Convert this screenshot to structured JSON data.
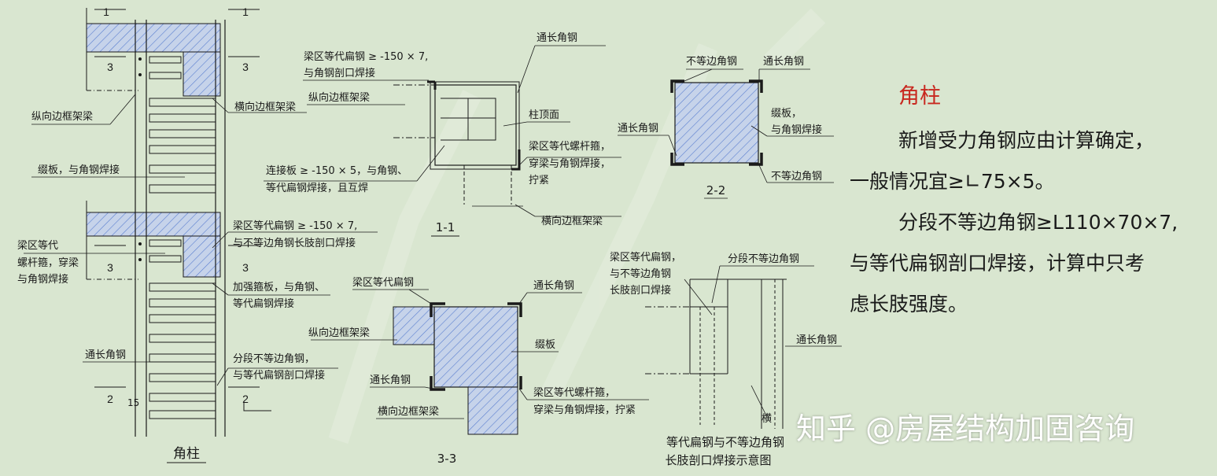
{
  "drawing": {
    "section_marks": {
      "s1_left": "1",
      "s1_right": "1",
      "s3a_left": "3",
      "s3a_right": "3",
      "s3b_left": "3",
      "s3b_right": "3",
      "s2_left": "2",
      "s2_right": "2",
      "dim_15": "15"
    },
    "elevation": {
      "title": "角柱",
      "longitudinal_beam": "纵向边框架梁",
      "transverse_beam": "横向边框架梁",
      "batten_weld": "缀板，与角钢焊接",
      "bolt_hoop_1": "梁区等代",
      "bolt_hoop_2": "螺杆箍，穿梁",
      "bolt_hoop_3": "与角钢焊接",
      "flat_steel_1": "梁区等代扁钢 ≥ -150 × 7,",
      "flat_steel_2": "与不等边角钢长肢剖口焊接",
      "reinforce_1": "加强箍板，与角钢、",
      "reinforce_2": "等代扁钢焊接",
      "through_angle": "通长角钢",
      "segment_1": "分段不等边角钢，",
      "segment_2": "与等代扁钢剖口焊接"
    },
    "sec11": {
      "title": "1-1",
      "through_angle": "通长角钢",
      "flat_1": "梁区等代扁钢 ≥ -150 × 7,",
      "flat_2": "与角钢剖口焊接",
      "long_beam": "纵向边框架梁",
      "col_top": "柱顶面",
      "bolt_1": "梁区等代螺杆箍，",
      "bolt_2": "穿梁与角钢焊接，",
      "bolt_3": "拧紧",
      "conn_1": "连接板 ≥ -150 × 5，与角钢、",
      "conn_2": "等代扁钢焊接，且互焊",
      "trans_beam": "横向边框架梁"
    },
    "sec22": {
      "title": "2-2",
      "unequal_top": "不等边角钢",
      "through_top": "通长角钢",
      "through_left": "通长角钢",
      "batten_1": "缀板，",
      "batten_2": "与角钢焊接",
      "unequal_bottom": "不等边角钢"
    },
    "sec33": {
      "title": "3-3",
      "flat": "梁区等代扁钢",
      "through_top": "通长角钢",
      "long_beam": "纵向边框架梁",
      "batten": "缀板",
      "through_left": "通长角钢",
      "bolt_1": "梁区等代螺杆箍，",
      "bolt_2": "穿梁与角钢焊接，拧紧",
      "trans_beam": "横向边框架梁"
    },
    "weld_detail": {
      "left_1": "梁区等代扁钢，",
      "left_2": "与不等边角钢",
      "left_3": "长肢剖口焊接",
      "segment": "分段不等边角钢",
      "through_angle": "通长角钢",
      "bottom_partial": "横",
      "title_1": "等代扁钢与不等边角钢",
      "title_2": "长肢剖口焊接示意图"
    }
  },
  "panel": {
    "heading": "角柱",
    "line1": "新增受力角钢应由计算确定，",
    "line2": "一般情况宜≥∟75×5。",
    "line3": "分段不等边角钢≥L110×70×7,",
    "line4": "与等代扁钢剖口焊接，计算中只考",
    "line5": "虑长肢强度。"
  },
  "watermark": "知乎 @房屋结构加固咨询",
  "colors": {
    "background": "#d9e6d0",
    "heading": "#c8281f",
    "hatch_blue": "#5b7fd0",
    "line": "#1a1a1a"
  }
}
